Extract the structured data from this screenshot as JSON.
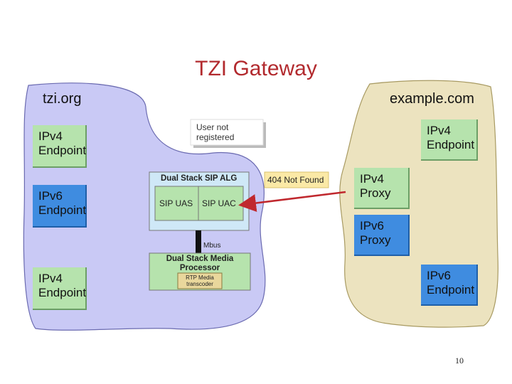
{
  "title": "TZI Gateway",
  "left_domain": {
    "label": "tzi.org",
    "endpoints": [
      {
        "line1": "IPv4",
        "line2": "Endpoint"
      },
      {
        "line1": "IPv6",
        "line2": "Endpoint"
      },
      {
        "line1": "IPv4",
        "line2": "Endpoint"
      }
    ]
  },
  "right_domain": {
    "label": "example.com",
    "endpoint_top": {
      "line1": "IPv4",
      "line2": "Endpoint"
    },
    "proxy_v4": {
      "line1": "IPv4",
      "line2": "Proxy"
    },
    "proxy_v6": {
      "line1": "IPv6",
      "line2": "Proxy"
    },
    "endpoint_bottom": {
      "line1": "IPv6",
      "line2": "Endpoint"
    }
  },
  "gateway": {
    "alg_title": "Dual Stack SIP ALG",
    "uas": "SIP UAS",
    "uac": "SIP UAC",
    "mbus": "Mbus",
    "media_title_line1": "Dual Stack Media",
    "media_title_line2": "Processor",
    "rtp_line1": "RTP Media",
    "rtp_line2": "transcoder"
  },
  "note": {
    "line1": "User not",
    "line2": "registered"
  },
  "response_label": "404 Not Found",
  "page_number": "10",
  "colors": {
    "title": "#b22a2e",
    "left_cloud": "#c9c9f5",
    "right_cloud": "#ece3bf",
    "green_box": "#b6e3ad",
    "blue_box": "#3f8ce0",
    "arrow": "#c0282e",
    "response_label_bg": "#fbe9a6"
  }
}
